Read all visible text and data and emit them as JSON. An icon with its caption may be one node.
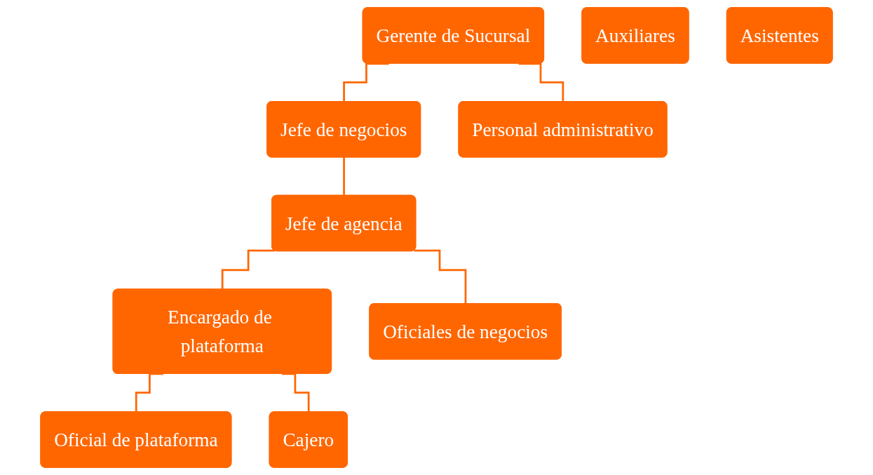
{
  "diagram": {
    "nodes": [
      {
        "text": [
          "Gerente de Sucursal"
        ]
      },
      {
        "text": [
          "Jefe de negocios"
        ]
      },
      {
        "text": [
          "Personal administrativo"
        ]
      },
      {
        "text": [
          "Jefe de agencia"
        ]
      },
      {
        "text": [
          "Auxiliares"
        ]
      },
      {
        "text": [
          "Asistentes"
        ]
      },
      {
        "text": [
          "Encargado de plataforma"
        ]
      },
      {
        "text": [
          "Oficiales de negocios"
        ]
      },
      {
        "text": [
          "Oficial de plataforma"
        ]
      },
      {
        "text": [
          "Cajero"
        ]
      }
    ],
    "edges": [
      {
        "from": 0,
        "to": 1,
        "arrow": "none"
      },
      {
        "from": 0,
        "to": 2,
        "arrow": "none"
      },
      {
        "from": 1,
        "to": 3,
        "arrow": "none"
      },
      {
        "from": 3,
        "to": 6,
        "arrow": "none"
      },
      {
        "from": 3,
        "to": 7,
        "arrow": "none"
      },
      {
        "from": 6,
        "to": 8,
        "arrow": "none"
      },
      {
        "from": 6,
        "to": 9,
        "arrow": "none"
      }
    ]
  }
}
